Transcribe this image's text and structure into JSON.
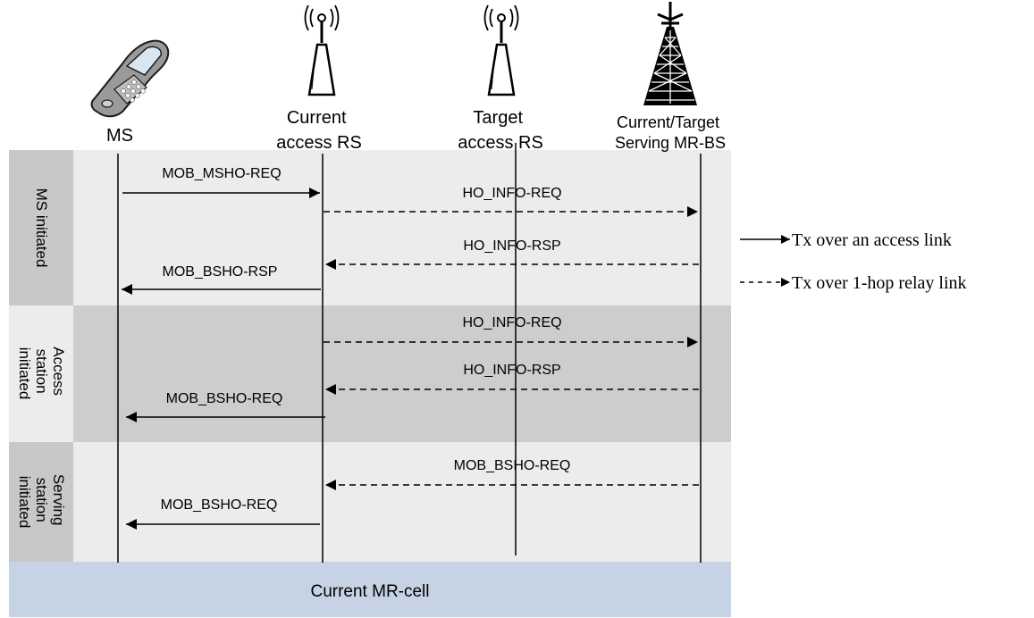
{
  "entities": [
    {
      "id": "ms",
      "lines": [
        "MS"
      ]
    },
    {
      "id": "current-rs",
      "lines": [
        "Current",
        "access RS"
      ]
    },
    {
      "id": "target-rs",
      "lines": [
        "Target",
        "access RS"
      ]
    },
    {
      "id": "bs",
      "lines": [
        "Current/Target",
        "Serving MR-BS"
      ]
    }
  ],
  "phases": [
    {
      "id": "ms-initiated",
      "label_lines": [
        "MS initiated"
      ]
    },
    {
      "id": "access-initiated",
      "label_lines": [
        "Access",
        "station",
        "initiated"
      ]
    },
    {
      "id": "serving-initiated",
      "label_lines": [
        "Serving",
        "station",
        "initiated"
      ]
    }
  ],
  "messages": [
    {
      "label": "MOB_MSHO-REQ",
      "style": "solid",
      "from": "MS",
      "to": "Current access RS"
    },
    {
      "label": "HO_INFO-REQ",
      "style": "dashed",
      "from": "Current access RS",
      "to": "Current/Target Serving MR-BS"
    },
    {
      "label": "HO_INFO-RSP",
      "style": "dashed",
      "from": "Current/Target Serving MR-BS",
      "to": "Current access RS"
    },
    {
      "label": "MOB_BSHO-RSP",
      "style": "solid",
      "from": "Current access RS",
      "to": "MS"
    },
    {
      "label": "HO_INFO-REQ",
      "style": "dashed",
      "from": "Current access RS",
      "to": "Current/Target Serving MR-BS"
    },
    {
      "label": "HO_INFO-RSP",
      "style": "dashed",
      "from": "Current/Target Serving MR-BS",
      "to": "Current access RS"
    },
    {
      "label": "MOB_BSHO-REQ",
      "style": "solid",
      "from": "Current access RS",
      "to": "MS"
    },
    {
      "label": "MOB_BSHO-REQ",
      "style": "dashed",
      "from": "Current/Target Serving MR-BS",
      "to": "Current access RS"
    },
    {
      "label": "MOB_BSHO-REQ",
      "style": "solid",
      "from": "Current access RS",
      "to": "MS"
    }
  ],
  "legend": {
    "solid": "Tx over an access link",
    "dashed": "Tx over 1-hop relay link"
  },
  "footer": "Current MR-cell",
  "colors": {
    "phase_light": "#ececec",
    "phase_label_bg": "#c8c8c8",
    "phase_mid": "#cdcdcd",
    "footer_bg": "#c5d3e4"
  }
}
